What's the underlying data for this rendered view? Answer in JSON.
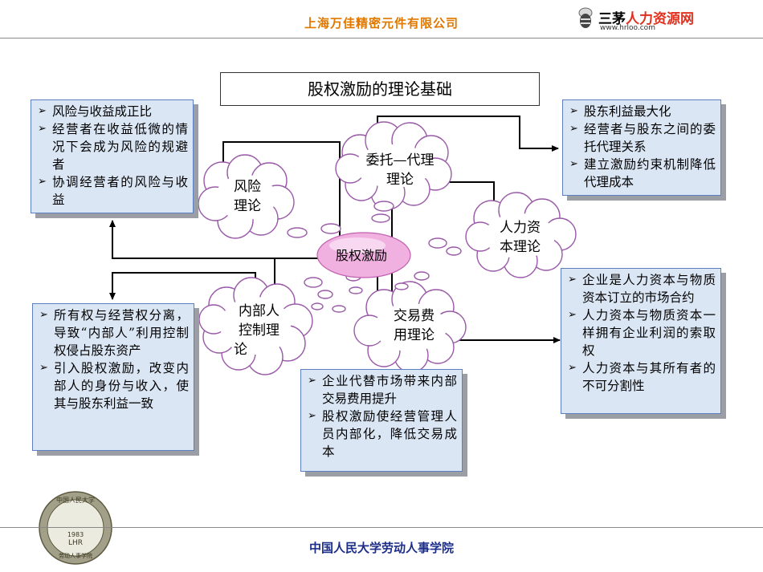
{
  "header": {
    "company": "上海万佳精密元件有限公司",
    "logo_name_a": "三茅",
    "logo_name_b": "人力资源网",
    "logo_url": "www.hrloo.com"
  },
  "title": "股权激励的理论基础",
  "clouds": {
    "risk": [
      "风险",
      "理论"
    ],
    "agency": [
      "委托—代理",
      "理论"
    ],
    "human_capital": [
      "人力资",
      "本理论"
    ],
    "center": "股权激励",
    "insider": [
      "内部人",
      "控制理",
      "论"
    ],
    "transaction": [
      "交易费",
      "用理论"
    ]
  },
  "boxes": {
    "risk": [
      "风险与收益成正比",
      "经营者在收益低微的情况下会成为风险的规避者",
      "协调经营者的风险与收益"
    ],
    "agency": [
      "股东利益最大化",
      "经营者与股东之间的委托代理关系",
      "建立激励约束机制降低代理成本"
    ],
    "insider": [
      "所有权与经营权分离，导致“内部人”利用控制权侵占股东资产",
      "引入股权激励，改变内部人的身份与收入，使其与股东利益一致"
    ],
    "transaction": [
      "企业代替市场带来内部交易费用提升",
      "股权激励使经营管理人员内部化，降低交易成本"
    ],
    "human_capital": [
      "企业是人力资本与物质资本订立的市场合约",
      "人力资本与物质资本一样拥有企业利润的索取权",
      "人力资本与其所有者的不可分割性"
    ]
  },
  "seal": {
    "ring_text": "中国人民大学",
    "year": "1983",
    "abbr": "LHR",
    "bottom_text": "劳动人事学院"
  },
  "footer": "中国人民大学劳动人事学院",
  "colors": {
    "company": "#e07800",
    "box_fill": "#dbe6f5",
    "box_border": "#5b7fc0",
    "cloud_fill": "#ffffff",
    "cloud_stroke": "#9a5aa8",
    "center_fill": "#f0b0e0",
    "footer": "#1c2e8a"
  }
}
